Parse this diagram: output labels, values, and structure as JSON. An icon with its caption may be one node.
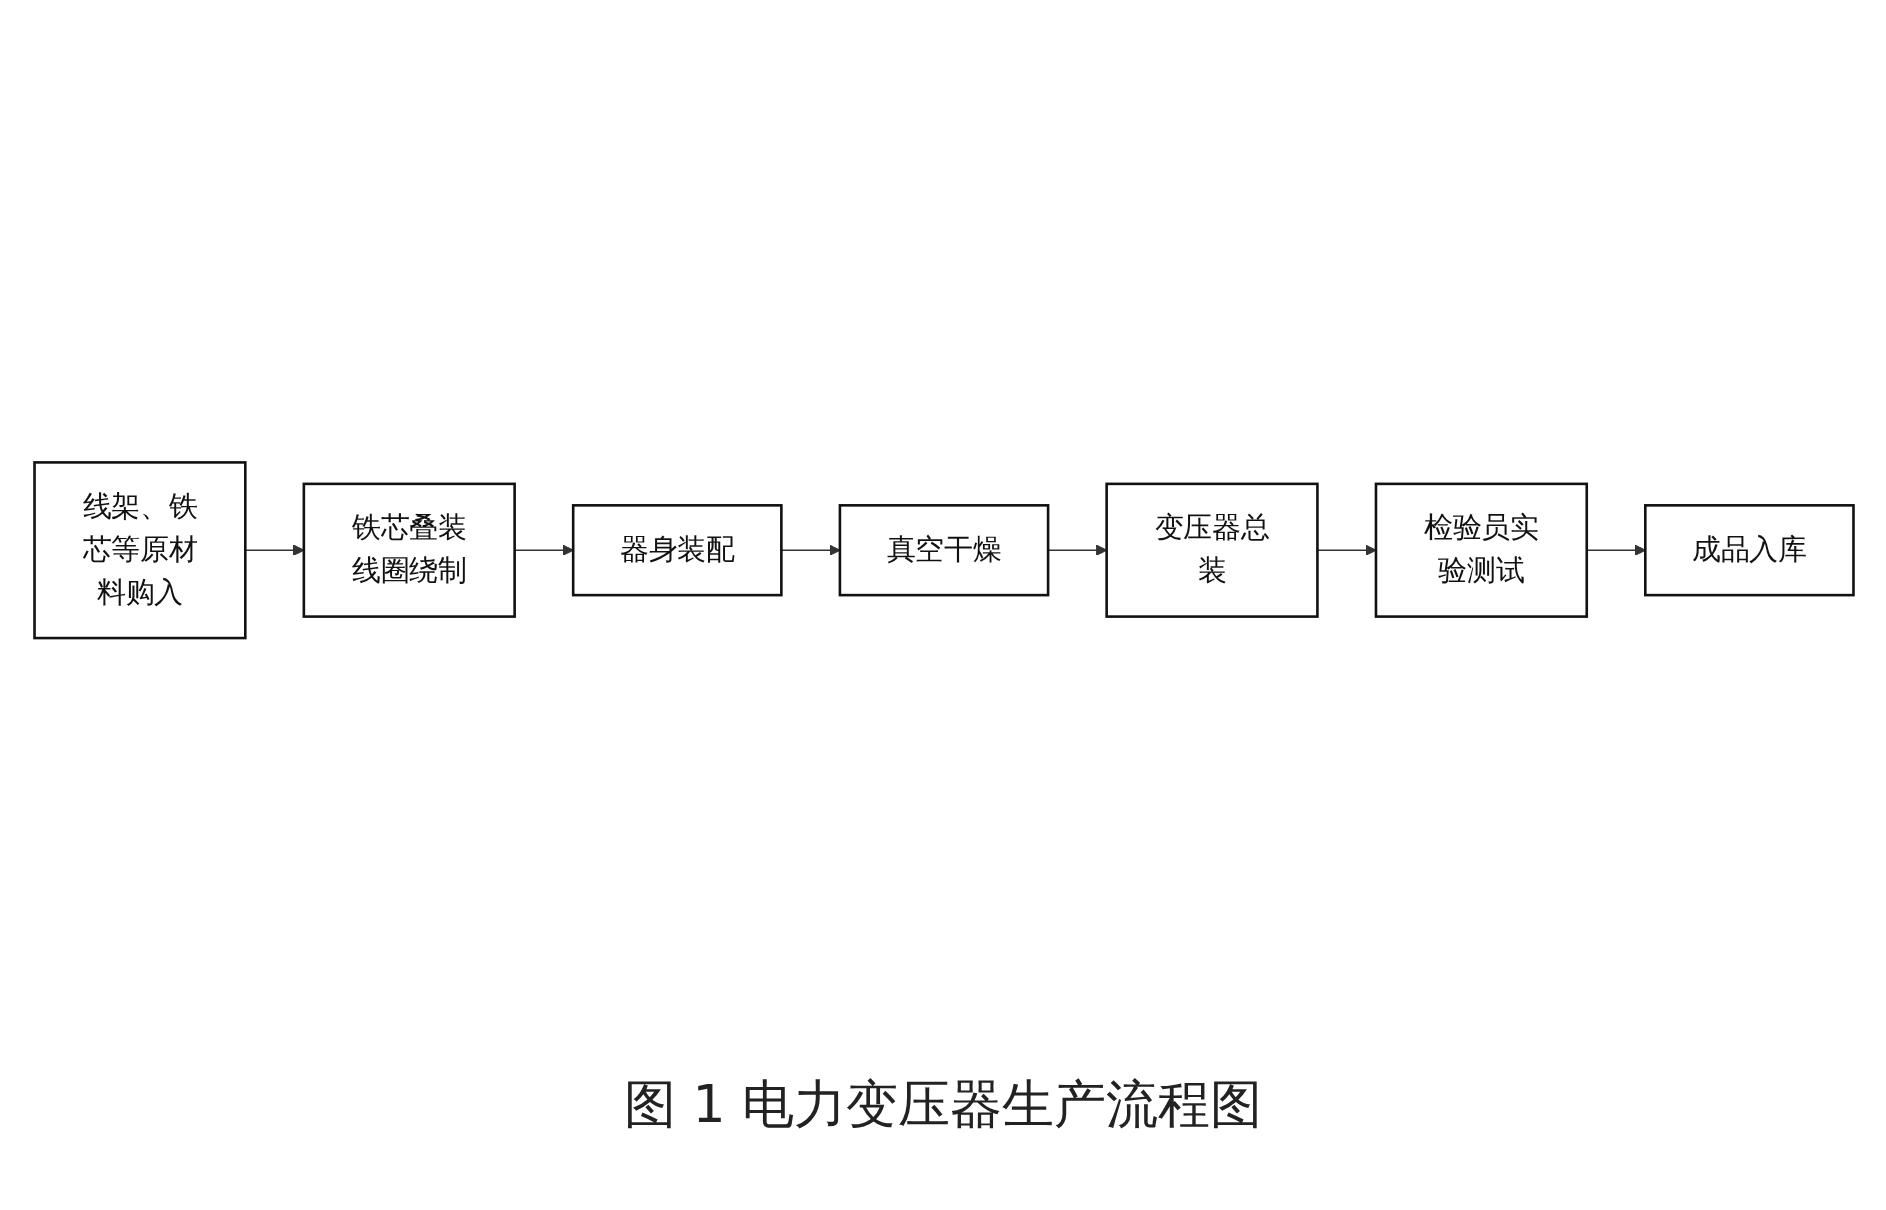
{
  "diagram": {
    "caption": "图 1 电力变压器生产流程图",
    "nodes": [
      {
        "text": [
          "线架、铁芯等原材料购入"
        ]
      },
      {
        "text": [
          "铁芯叠装线圈绕制"
        ]
      },
      {
        "text": [
          "器身装配"
        ]
      },
      {
        "text": [
          "真空干燥"
        ]
      },
      {
        "text": [
          "变压器总装"
        ]
      },
      {
        "text": [
          "检验员实验测试"
        ]
      },
      {
        "text": [
          "成品入库"
        ]
      }
    ],
    "edges": [
      {
        "from": 0,
        "to": 1,
        "arrow": "to"
      },
      {
        "from": 1,
        "to": 2,
        "arrow": "to"
      },
      {
        "from": 2,
        "to": 3,
        "arrow": "to"
      },
      {
        "from": 3,
        "to": 4,
        "arrow": "to"
      },
      {
        "from": 4,
        "to": 5,
        "arrow": "to"
      },
      {
        "from": 5,
        "to": 6,
        "arrow": "to"
      }
    ]
  }
}
